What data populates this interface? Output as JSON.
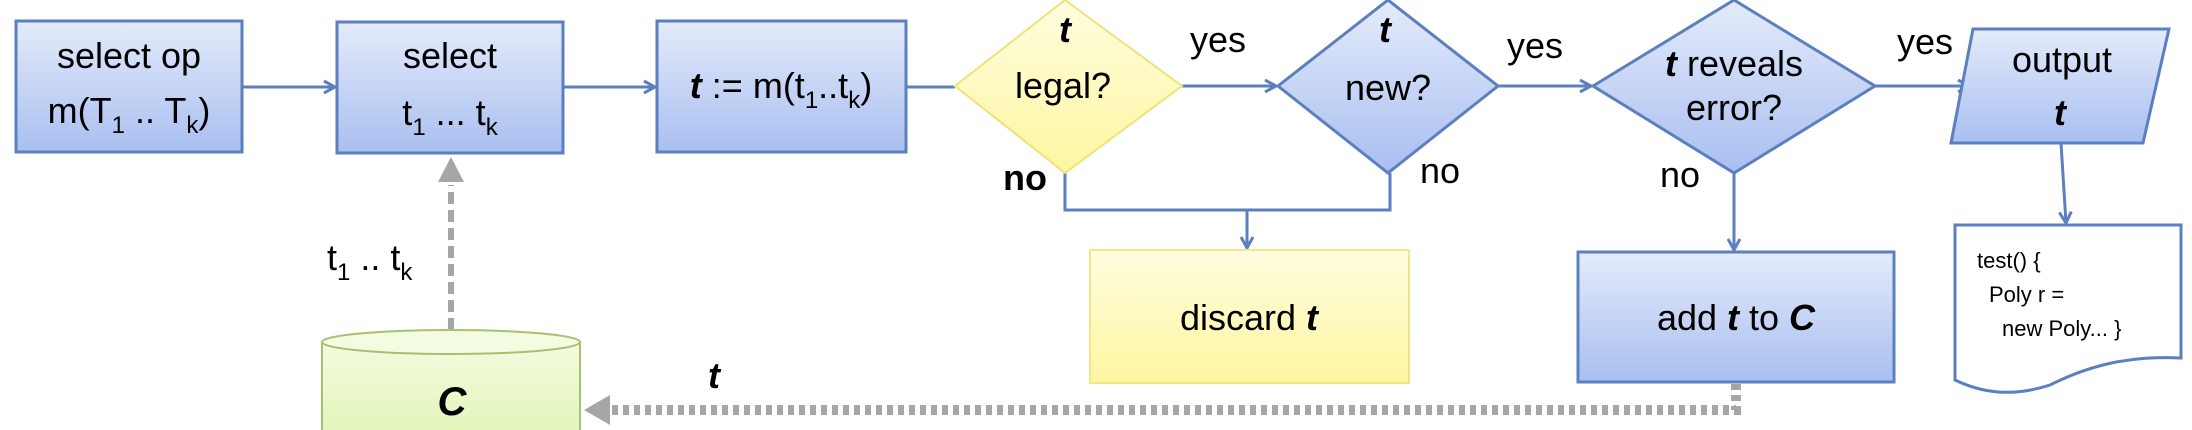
{
  "nodes": {
    "select_op": {
      "line1": "select op",
      "m": "m(T",
      "s1": "1",
      "mid": " .. T",
      "sk": "k",
      "end": ")"
    },
    "select_args": {
      "line1": "select",
      "t": "t",
      "s1": "1",
      "mid": " ... t",
      "sk": "k"
    },
    "assign": {
      "t": "t",
      "expr": " := m(t",
      "s1": "1",
      "mid": "..t",
      "sk": "k",
      "end": ")"
    },
    "legal": {
      "t": "t",
      "label": "legal?"
    },
    "new": {
      "t": "t",
      "label": "new?"
    },
    "reveals": {
      "t": "t",
      "label1": " reveals",
      "label2": "error?"
    },
    "output": {
      "label": "output",
      "t": "t"
    },
    "discard": {
      "label": "discard ",
      "t": "t"
    },
    "add": {
      "pre": "add ",
      "t": "t",
      "mid": " to ",
      "c": "C"
    },
    "collection": {
      "label": "C"
    },
    "test_doc": {
      "line1": "test() {",
      "line2": "Poly r =",
      "line3": "new Poly... }"
    }
  },
  "edges": {
    "yes1": "yes",
    "yes2": "yes",
    "yes3": "yes",
    "no1": "no",
    "no2": "no",
    "no3": "no",
    "feedback_t": "t",
    "args": {
      "t": "t",
      "s1": "1",
      "mid": " .. t",
      "sk": "k"
    }
  },
  "colors": {
    "blue_top": "#e4ebfb",
    "blue_bottom": "#a9bff0",
    "yellow_top": "#fffde0",
    "yellow_bottom": "#fdf6a0",
    "green_top": "#f3fbe0",
    "green_bottom": "#e2f5b8",
    "stroke": "#5b7fbf",
    "dash": "#a6a6a6"
  }
}
